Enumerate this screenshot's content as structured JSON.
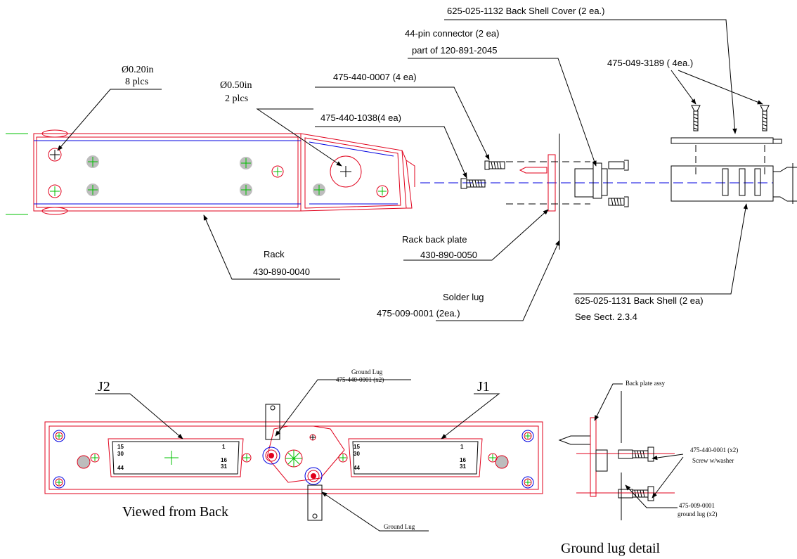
{
  "top_view": {
    "hole_small": {
      "line1": "Ø0.20in",
      "line2": "8 plcs"
    },
    "hole_large": {
      "line1": "Ø0.50in",
      "line2": "2 plcs"
    },
    "rack": {
      "line1": "Rack",
      "line2": "430-890-0040"
    },
    "back_shell_cover": "625-025-1132 Back Shell Cover (2 ea.)",
    "connector": {
      "line1": "44-pin connector (2 ea)",
      "line2": "part of 120-891-2045"
    },
    "screw_4ea_a": "475-440-0007 (4 ea)",
    "screw_4ea_b": "475-440-1038(4 ea)",
    "screw_4ea_c": "475-049-3189 ( 4ea.)",
    "rack_back_plate": {
      "line1": "Rack back plate",
      "line2": "430-890-0050"
    },
    "solder_lug": {
      "line1": "Solder lug",
      "line2": "475-009-0001 (2ea.)"
    },
    "back_shell": {
      "line1": "625-025-1131 Back Shell (2 ea)",
      "line2": "See Sect. 2.3.4"
    }
  },
  "bottom_view": {
    "j2": "J2",
    "j1": "J1",
    "ground_lug_top": {
      "line1": "Ground Lug",
      "line2": "475-440-0001 (x2)"
    },
    "ground_lug_bottom": "Ground Lug",
    "viewed_from_back": "Viewed from Back",
    "pins": {
      "p15": "15",
      "p30": "30",
      "p44": "44",
      "p1": "1",
      "p16": "16",
      "p31": "31"
    }
  },
  "detail_view": {
    "back_plate_assy": "Back plate assy",
    "screw": {
      "line1": "475-440-0001 (x2)",
      "line2": "Screw w/washer"
    },
    "lug": {
      "line1": "475-009-0001",
      "line2": "ground lug (x2)"
    },
    "caption": "Ground lug detail"
  },
  "colors": {
    "outline_red": "#e0001b",
    "outline_blue": "#0000e0",
    "mark_green": "#00c000",
    "hole_gray": "#bdbdbd"
  }
}
